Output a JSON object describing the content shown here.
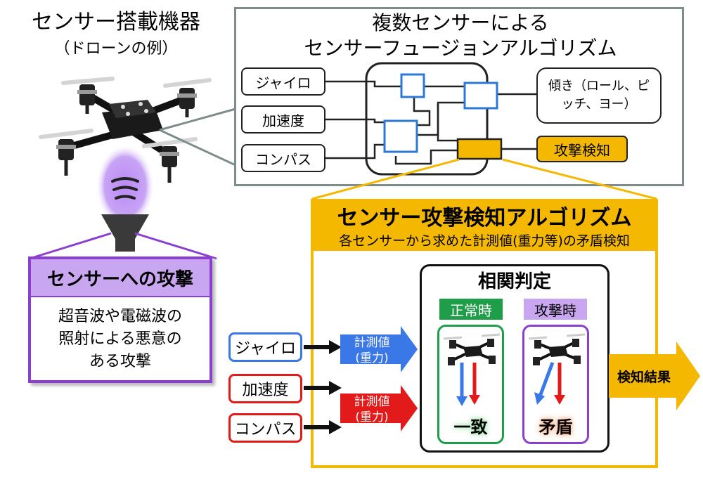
{
  "device": {
    "title": "センサー搭載機器",
    "subtitle": "（ドローンの例）"
  },
  "fusion": {
    "title_line1": "複数センサーによる",
    "title_line2": "センサーフュージョンアルゴリズム",
    "inputs": [
      "ジャイロ",
      "加速度",
      "コンパス"
    ],
    "output_tilt": "傾き（ロール、ピッチ、ヨー）",
    "output_detect": "攻撃検知"
  },
  "attack": {
    "title": "センサーへの攻撃",
    "body": "超音波や電磁波の照射による悪意のある攻撃"
  },
  "detection": {
    "title": "センサー攻撃検知アルゴリズム",
    "subtitle": "各センサーから求めた計測値(重力等)の矛盾検知",
    "inputs": [
      "ジャイロ",
      "加速度",
      "コンパス"
    ],
    "measure_label_1": "計測値",
    "measure_label_2": "(重力)",
    "correlation_title": "相関判定",
    "normal_label": "正常時",
    "attack_label": "攻撃時",
    "normal_result": "一致",
    "attack_result": "矛盾",
    "result_label": "検知結果"
  },
  "colors": {
    "accent_yellow": "#f5b800",
    "blue": "#3b78e7",
    "red": "#e31a1a",
    "green": "#1f9e4a",
    "purple": "#8b3fcf",
    "lavender": "#c9a6f0",
    "gray_border": "#7f8c8c"
  }
}
